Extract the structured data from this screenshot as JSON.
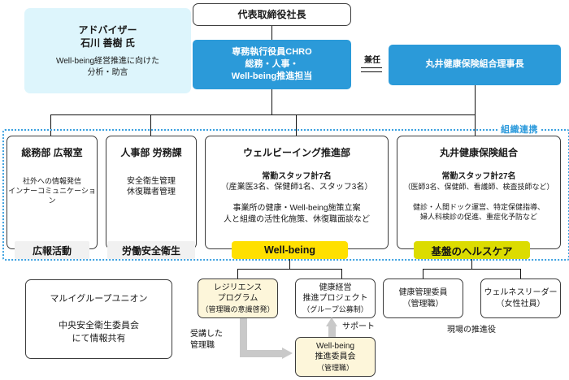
{
  "colors": {
    "brand_blue": "#2b9ad9",
    "light_cyan": "#ddf5fc",
    "yellow": "#ffe000",
    "olive": "#dcdc00",
    "pale_yellow": "#fdf6da",
    "gray_tag": "#f1f1f1",
    "dashed_blue": "#3aa0e0"
  },
  "advisor": {
    "role": "アドバイザー",
    "name": "石川 善樹 氏",
    "desc_line1": "Well-being経営推進に向けた",
    "desc_line2": "分析・助言"
  },
  "top": {
    "ceo": "代表取締役社長",
    "chro_line1": "専務執行役員CHRO",
    "chro_line2": "総務・人事・",
    "chro_line3": "Well-being推進担当",
    "kenin": "兼任",
    "kenpo_chair": "丸井健康保険組合理事長"
  },
  "org_link_label": "組織連携",
  "departments": [
    {
      "title": "総務部 広報室",
      "lines": [
        "社外への情報発信",
        "インナーコミュニケーション"
      ],
      "tag": "広報活動",
      "tag_style": "gray"
    },
    {
      "title": "人事部 労務課",
      "lines": [
        "安全衛生管理",
        "休復職者管理"
      ],
      "tag": "労働安全衛生",
      "tag_style": "gray"
    },
    {
      "title": "ウェルビーイング推進部",
      "staff_head": "常勤スタッフ計7名",
      "staff_detail": "（産業医3名、保健師1名、スタッフ3名）",
      "lines": [
        "事業所の健康・Well-being施策立案",
        "人と組織の活性化施策、休復職面談など"
      ],
      "tag": "Well-being",
      "tag_style": "yellow"
    },
    {
      "title": "丸井健康保険組合",
      "staff_head": "常勤スタッフ計27名",
      "staff_detail": "（医師3名、保健師、看護師、検査技師など）",
      "lines": [
        "健診・人間ドック運営、特定保健指導、",
        "婦人科検診の促進、重症化予防など"
      ],
      "tag": "基盤のヘルスケア",
      "tag_style": "olive"
    }
  ],
  "union": {
    "name": "マルイグループユニオン",
    "line1": "中央安全衛生委員会",
    "line2": "にて情報共有"
  },
  "bottom": {
    "resilience": {
      "line1": "レジリエンス",
      "line2": "プログラム",
      "line3": "（管理職の意識啓発）"
    },
    "kenko_keiei": {
      "line1": "健康経営",
      "line2": "推進プロジェクト",
      "line3": "（グループ公募制）"
    },
    "wb_committee": {
      "line1": "Well-being",
      "line2": "推進委員会",
      "line3": "（管理職）"
    },
    "arrow_label_line1": "受講した",
    "arrow_label_line2": "管理職",
    "support_label": "サポート",
    "kenko_kanri_iin": {
      "line1": "健康管理委員",
      "line2": "（管理職）"
    },
    "wellness_leader": {
      "line1": "ウェルネスリーダー",
      "line2": "（女性社員）"
    },
    "genba_label": "現場の推進役"
  }
}
